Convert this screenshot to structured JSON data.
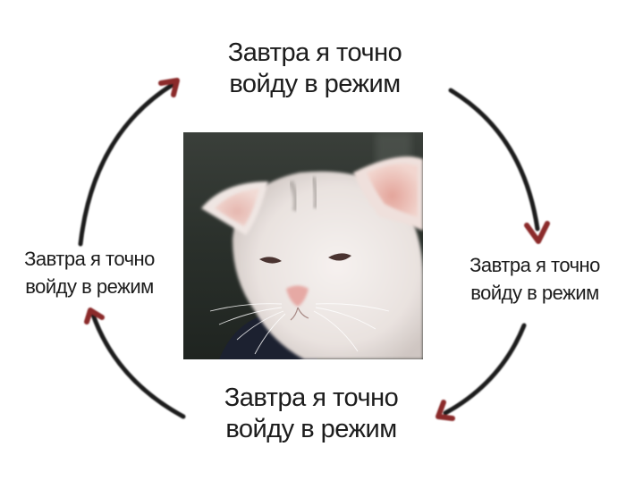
{
  "meme": {
    "captions": {
      "top": {
        "line1": "Завтра я точно",
        "line2": "войду в режим"
      },
      "right": {
        "line1": "Завтра я точно",
        "line2": "войду в режим"
      },
      "bottom": {
        "line1": "Завтра я точно",
        "line2": "войду в режим"
      },
      "left": {
        "line1": "Завтра я точно",
        "line2": "войду в режим"
      }
    },
    "image": {
      "subject": "sad sleepy white kitten"
    },
    "arrows": {
      "stroke_color": "#1e1e1e",
      "head_color": "#8b2a2a",
      "direction": "clockwise"
    }
  }
}
